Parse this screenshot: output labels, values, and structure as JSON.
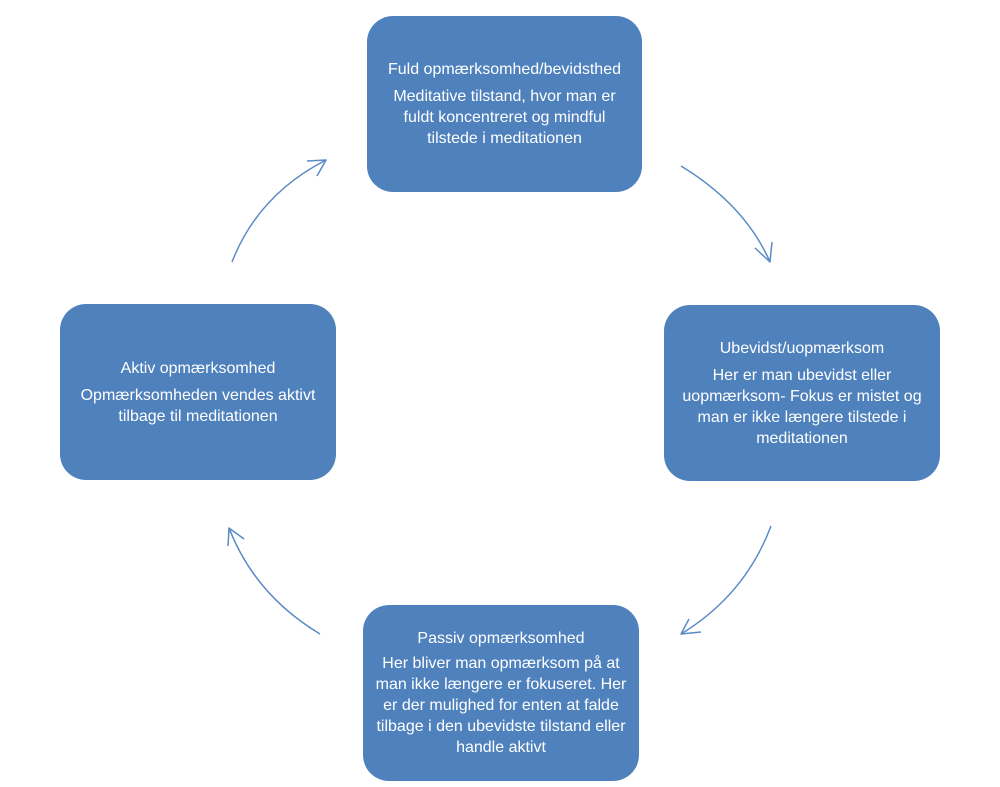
{
  "colors": {
    "box_fill": "#4f81bd",
    "box_text": "#ffffff",
    "arrow": "#5b8ac6"
  },
  "cycle": {
    "top": {
      "title": "Fuld opmærksomhed/bevidsthed",
      "description": "Meditative tilstand, hvor man er fuldt koncentreret og mindful tilstede i meditationen"
    },
    "right": {
      "title": "Ubevidst/uopmærksom",
      "description": "Her er man ubevidst eller uopmærksom- Fokus er mistet og man er ikke længere tilstede i meditationen"
    },
    "bottom": {
      "title": "Passiv opmærksomhed",
      "description": "Her bliver man opmærksom på at man ikke længere er fokuseret. Her er der mulighed for enten at falde tilbage i den ubevidste tilstand eller handle aktivt"
    },
    "left": {
      "title": "Aktiv opmærksomhed",
      "description": "Opmærksomheden vendes aktivt tilbage til meditationen"
    }
  }
}
